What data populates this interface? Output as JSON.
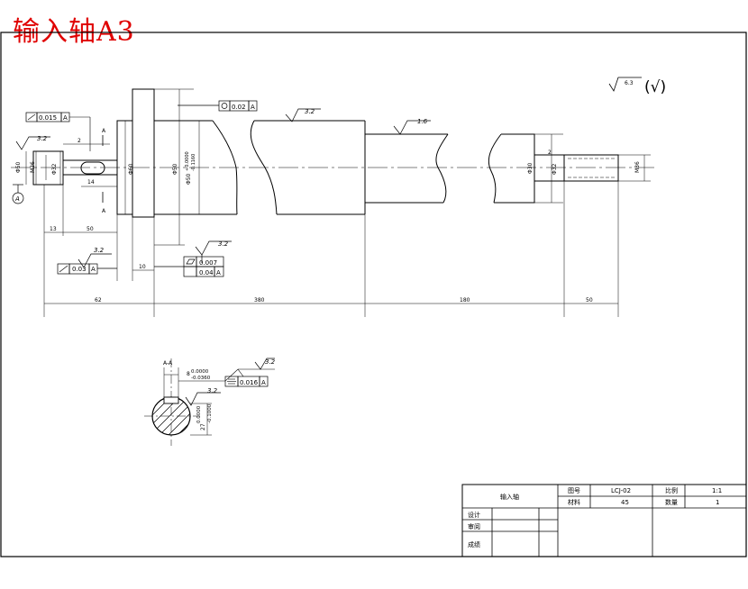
{
  "title": "输入轴A3",
  "roughness_general": "6.3",
  "roughness_paren": "(√)",
  "views": {
    "main": {
      "datum_label": "A",
      "roughness_values": [
        "3.2",
        "3.2",
        "1.6",
        "3.2"
      ],
      "tolerances": {
        "runout1_value": "0.015",
        "runout1_ref": "A",
        "cyl_value": "0.02",
        "cyl_ref": "A",
        "runout2_value": "0.03",
        "runout2_ref": "A",
        "flat_value": "0.007",
        "perp_value": "0.04",
        "perp_ref": "A"
      },
      "section_marks": [
        "A",
        "A"
      ],
      "dims_horizontal": [
        "13",
        "50",
        "10",
        "62",
        "380",
        "180",
        "50",
        "14",
        "2",
        "2"
      ],
      "dims_vertical": [
        "Φ50",
        "M36",
        "Φ32",
        "Φ60",
        "Φ50",
        "Φ30",
        "Φ32",
        "M36"
      ],
      "fit_tolerance": [
        "+0.0000",
        "-0.1160"
      ],
      "fit_label": "Φ50"
    },
    "section": {
      "label": "A-A",
      "width_tol": [
        "0.0000",
        "-0.0360"
      ],
      "width_prefix": "8",
      "depth_tol": [
        "0.0000",
        "-0.1000"
      ],
      "depth_prefix": "27",
      "sym_value": "0.016",
      "sym_ref": "A",
      "roughness": [
        "3.2",
        "3.2"
      ]
    }
  },
  "title_block": {
    "part_name": "输入轴",
    "drawing_no_label": "图号",
    "drawing_no": "LCJ-02",
    "scale_label": "比例",
    "scale": "1:1",
    "material_label": "材料",
    "material": "45",
    "quantity_label": "数量",
    "quantity": "1",
    "designer_label": "设计",
    "checker_label": "审阅",
    "grade_label": "成绩"
  }
}
